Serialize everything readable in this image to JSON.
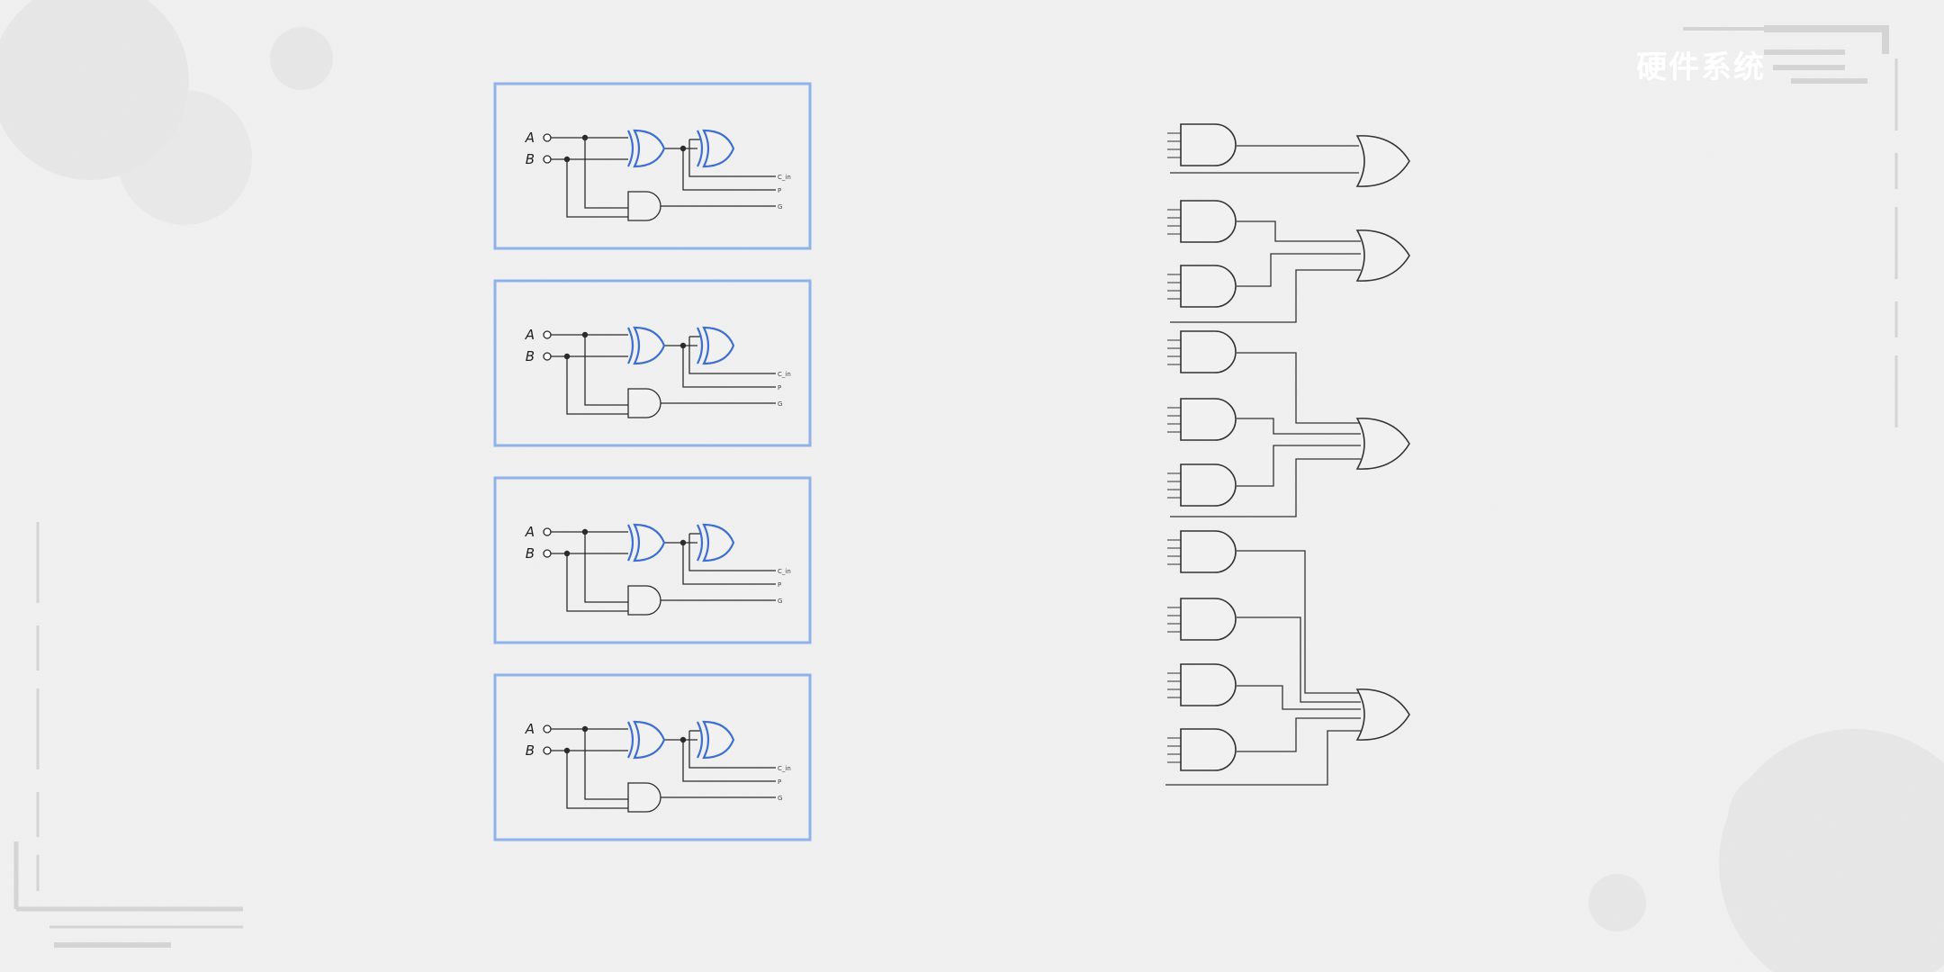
{
  "header": {
    "brand_text": "硬件系统"
  },
  "adder_cells": {
    "count": 4,
    "input_labels": [
      "A",
      "B"
    ],
    "output_labels": [
      "C_in",
      "P",
      "G"
    ]
  },
  "lookahead_logic": {
    "and_gate_groups": [
      1,
      2,
      3,
      4
    ],
    "or_gate_count": 4
  },
  "colors": {
    "background": "#f1f1f1",
    "frame_border": "#8fb2ea",
    "xor_gate": "#3d6fd0",
    "wire": "#333333",
    "decoration_gray": "#d2d2d2"
  },
  "icons": [
    "xor-gate-icon",
    "and-gate-icon",
    "or-gate-icon",
    "input-terminal-icon"
  ]
}
